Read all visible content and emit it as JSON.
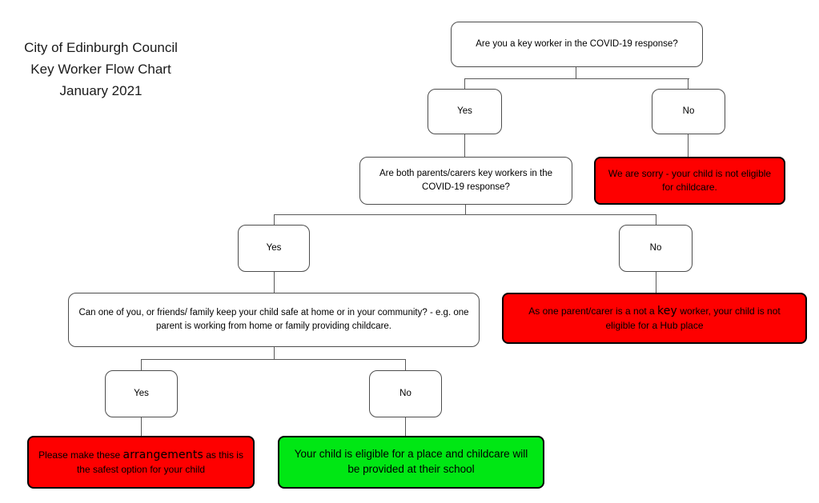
{
  "title": {
    "line1": "City of Edinburgh Council",
    "line2": "Key Worker Flow Chart",
    "line3": "January 2021"
  },
  "nodes": {
    "q1": {
      "text": "Are you a key worker in the COVID-19 response?"
    },
    "l2_yes": {
      "label": "Yes"
    },
    "l2_no": {
      "label": "No"
    },
    "q2": {
      "text": "Are both parents/carers key workers in the COVID-19 response?"
    },
    "red1": {
      "text": "We are sorry - your child is not eligible for childcare."
    },
    "l3_yes": {
      "label": "Yes"
    },
    "l3_no": {
      "label": "No"
    },
    "red2": {
      "before": "As one parent/carer is a not a ",
      "emphasis": "key",
      "after": " worker, your child is not eligible for a Hub place"
    },
    "q3": {
      "text": "Can one of you, or friends/ family keep your child safe at home or in your community? - e.g. one parent is working from home or family providing childcare."
    },
    "l4_yes": {
      "label": "Yes"
    },
    "l4_no": {
      "label": "No"
    },
    "red3": {
      "before": "Please make these ",
      "emphasis": "arrangements",
      "after": " as this is the safest option for your child"
    },
    "green1": {
      "text": "Your child is eligible for a place and childcare will be provided at their school"
    }
  },
  "colors": {
    "negative": "#fe0000",
    "positive": "#00e714",
    "question_border": "#4d4d4d",
    "result_border": "#000000",
    "connector": "#595959",
    "background": "#ffffff"
  }
}
